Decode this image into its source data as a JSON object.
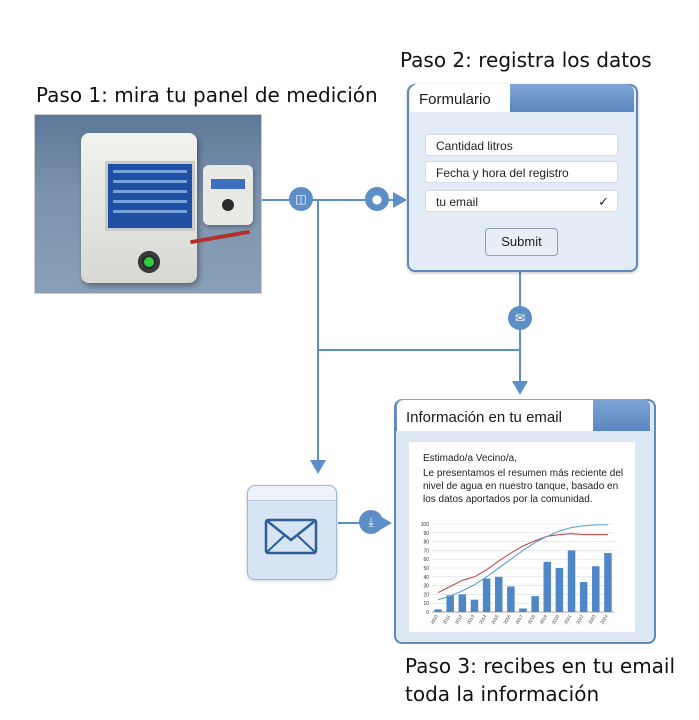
{
  "steps": {
    "step1": "Paso 1: mira tu panel de medición",
    "step2": "Paso 2: registra los datos",
    "step3": "Paso 3: recibes en tu email toda la información"
  },
  "form": {
    "title": "Formulario",
    "fields": [
      "Cantidad litros",
      "Fecha y hora del registro",
      "tu email"
    ],
    "submit": "Submit"
  },
  "email": {
    "title": "Información en tu email",
    "greeting": "Estimado/a  Vecino/a,",
    "body": "Le presentamos  el resumen más reciente del nivel de agua  en nuestro tanque, basado en los datos aportados  por la comunidad."
  },
  "colors": {
    "accent": "#5d8ec6",
    "bar": "#4f86c6",
    "line_red": "#c24d4d",
    "line_blue": "#5aa0d6"
  },
  "icons": [
    "bag-icon",
    "mic-icon",
    "envelope-icon",
    "download-icon"
  ],
  "chart_data": {
    "type": "bar",
    "title": "",
    "xlabel": "",
    "ylabel": "",
    "ylim": [
      0,
      100
    ],
    "yticks": [
      "0",
      "10",
      "20",
      "30",
      "40",
      "50",
      "60",
      "70",
      "80",
      "90",
      "100"
    ],
    "categories": [
      "2010",
      "2011",
      "2012",
      "2013",
      "2014",
      "2015",
      "2016",
      "2017",
      "2018",
      "2019",
      "2020",
      "2021",
      "2022",
      "2023",
      "2024"
    ],
    "series": [
      {
        "values": [
          3,
          19,
          20,
          14,
          38,
          40,
          29,
          4,
          18,
          57,
          50,
          70,
          34,
          52,
          67
        ]
      }
    ],
    "lines": [
      {
        "values": [
          22,
          29,
          36,
          40,
          48,
          58,
          67,
          75,
          81,
          86,
          88,
          89,
          88,
          88,
          88
        ]
      },
      {
        "values": [
          14,
          18,
          24,
          31,
          40,
          50,
          60,
          70,
          79,
          86,
          92,
          96,
          98,
          99,
          99
        ]
      }
    ]
  }
}
